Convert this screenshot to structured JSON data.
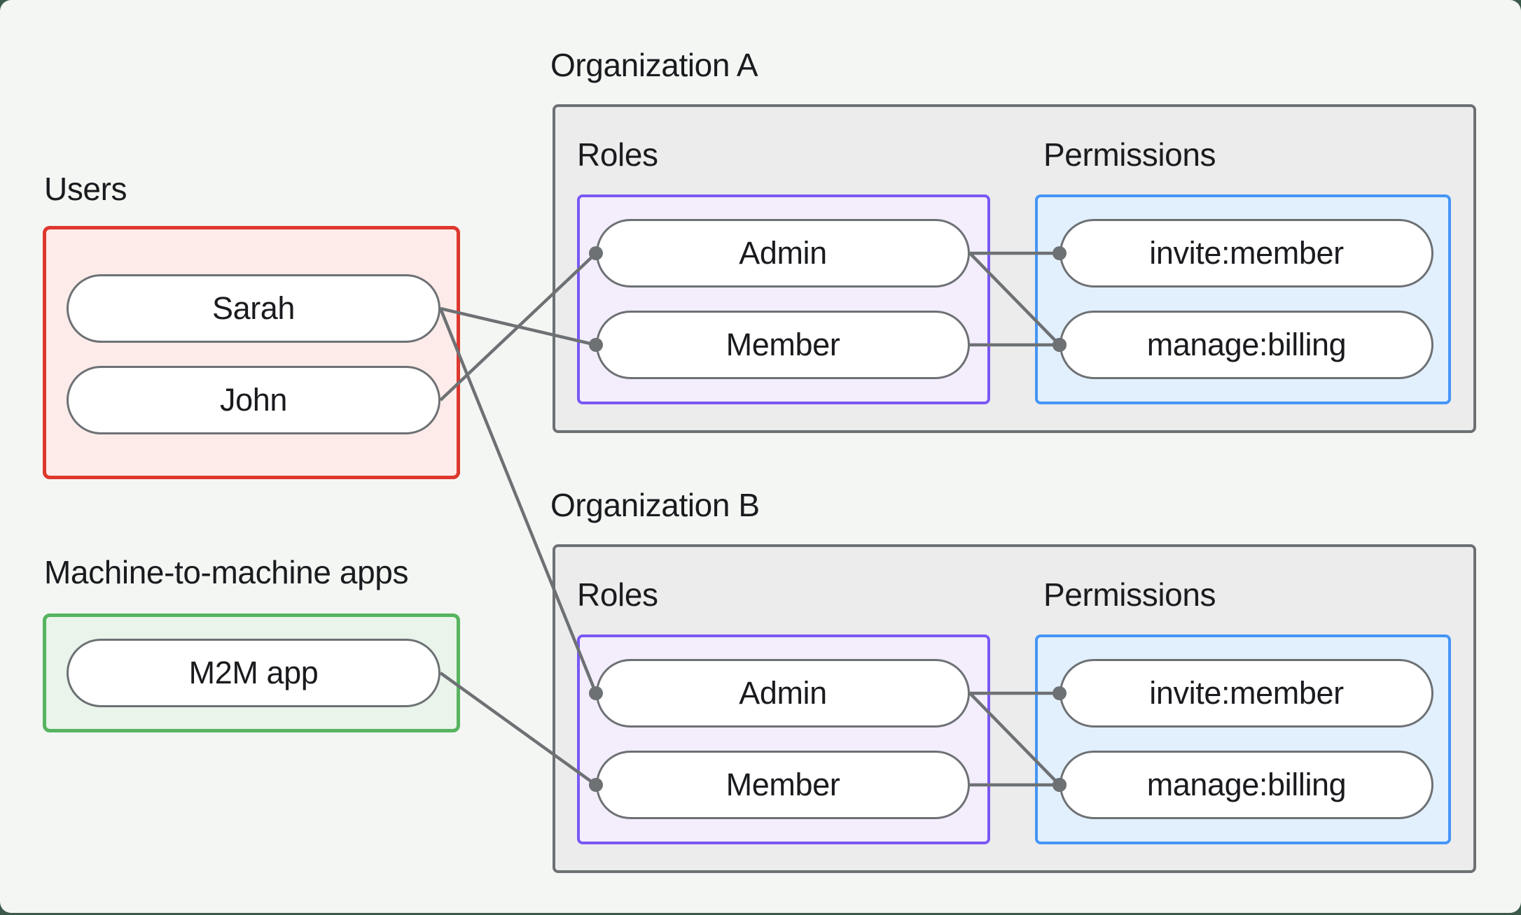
{
  "theme": {
    "page_bg": "#3c5a49",
    "bg": "#f4f6f4",
    "ink": "#1a1b1e",
    "gray_border": "#6d7174",
    "org_fill": "#ececec",
    "red_border": "#de372d",
    "red_fill": "#fcebe9",
    "green_border": "#57b45f",
    "green_fill": "#e9f4ea",
    "purple_border": "#7a58f4",
    "purple_fill": "#f3edfc",
    "blue_border": "#4595f7",
    "blue_fill": "#e2f0fd",
    "pill_fill": "#ffffff",
    "line": "#6d7174"
  },
  "users_section": {
    "label": "Users",
    "items": [
      "Sarah",
      "John"
    ]
  },
  "m2m_section": {
    "label": "Machine-to-machine apps",
    "items": [
      "M2M app"
    ]
  },
  "orgs": [
    {
      "title": "Organization A",
      "roles_label": "Roles",
      "permissions_label": "Permissions",
      "roles": [
        "Admin",
        "Member"
      ],
      "permissions": [
        "invite:member",
        "manage:billing"
      ]
    },
    {
      "title": "Organization B",
      "roles_label": "Roles",
      "permissions_label": "Permissions",
      "roles": [
        "Admin",
        "Member"
      ],
      "permissions": [
        "invite:member",
        "manage:billing"
      ]
    }
  ],
  "connections": [
    {
      "from": "user-0",
      "to": "org0-role-1"
    },
    {
      "from": "user-1",
      "to": "org0-role-0"
    },
    {
      "from": "user-0",
      "to": "org1-role-0"
    },
    {
      "from": "m2m-0",
      "to": "org1-role-1"
    },
    {
      "from": "org0-role-0",
      "to": "org0-perm-0"
    },
    {
      "from": "org0-role-0",
      "to": "org0-perm-1"
    },
    {
      "from": "org0-role-1",
      "to": "org0-perm-1"
    },
    {
      "from": "org1-role-0",
      "to": "org1-perm-0"
    },
    {
      "from": "org1-role-0",
      "to": "org1-perm-1"
    },
    {
      "from": "org1-role-1",
      "to": "org1-perm-1"
    }
  ],
  "edge_style": {
    "stroke_width": 4.5,
    "dot_radius": 10
  }
}
